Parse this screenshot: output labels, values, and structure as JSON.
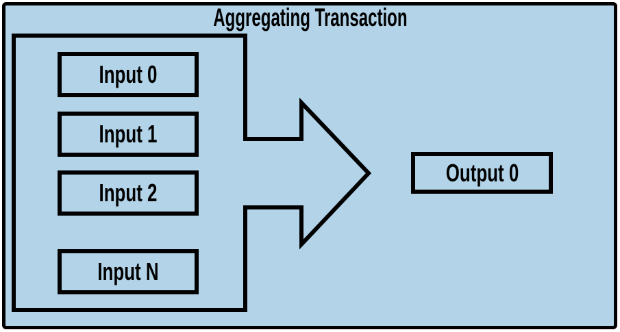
{
  "figure": {
    "title": "Aggregating Transaction",
    "inputs": [
      {
        "label": "Input 0"
      },
      {
        "label": "Input 1"
      },
      {
        "label": "Input 2"
      },
      {
        "label": "Input N"
      }
    ],
    "output": {
      "label": "Output 0"
    },
    "colors": {
      "fill": "#b2d3e8",
      "stroke": "#000000",
      "page_background": "#ffffff"
    }
  }
}
